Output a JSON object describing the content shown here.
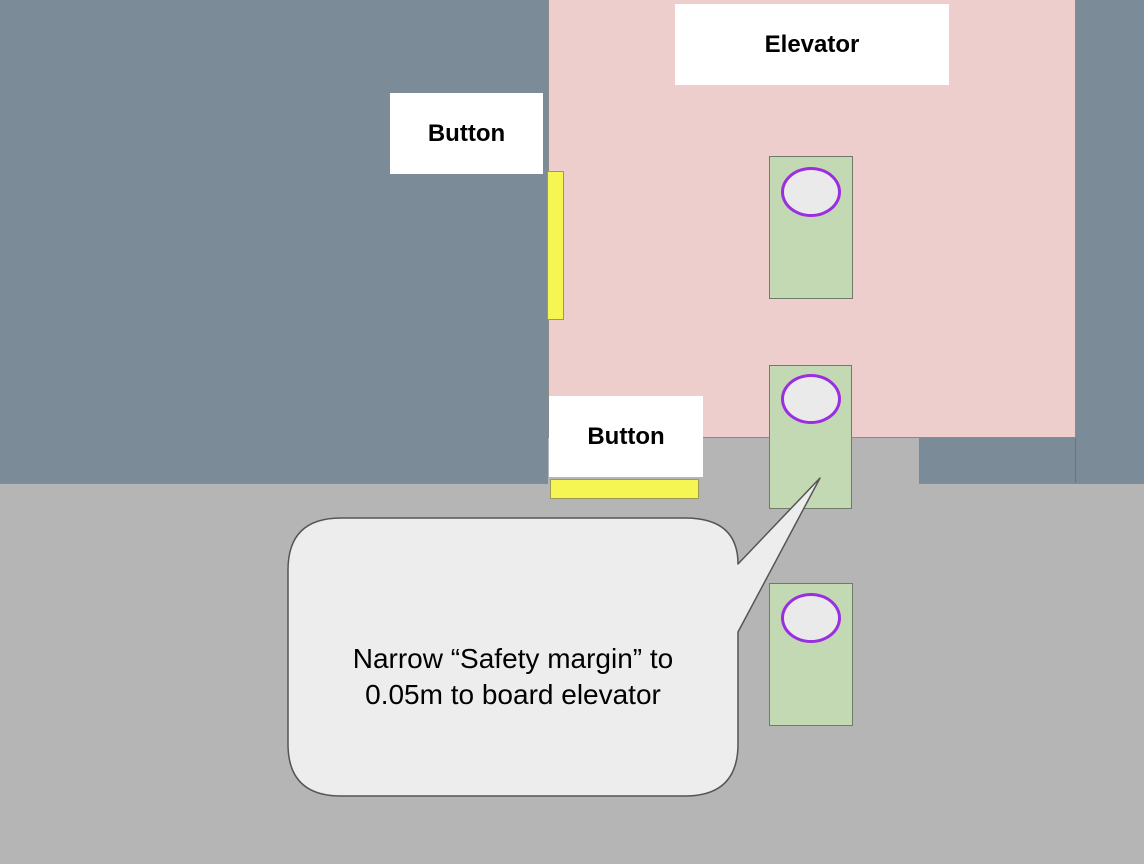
{
  "labels": {
    "elevator": "Elevator",
    "button_upper": "Button",
    "button_lower": "Button"
  },
  "callout": {
    "line1": "Narrow “Safety margin” to",
    "line2": "0.05m to board elevator"
  },
  "colors": {
    "wall": "#7b8b98",
    "floor": "#b5b5b5",
    "elevator_car": "#eecdcd",
    "button_strip": "#f5f553",
    "robot_body": "#c2d9b3",
    "robot_head_outline": "#9a2ee0",
    "callout_fill": "#ededed"
  }
}
